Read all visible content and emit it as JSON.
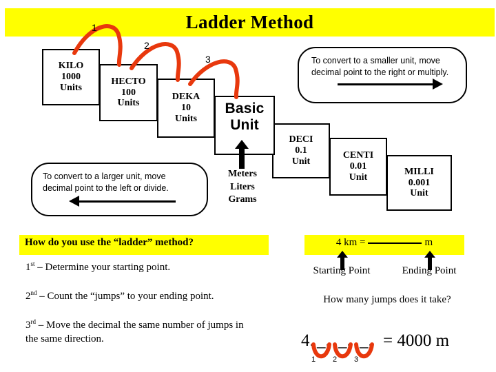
{
  "title": {
    "text": "Ladder Method",
    "banner_color": "#ffff00"
  },
  "ladder": {
    "steps": [
      {
        "name": "kilo",
        "line1": "KILO",
        "line2": "1000",
        "line3": "Units"
      },
      {
        "name": "hecto",
        "line1": "HECTO",
        "line2": "100",
        "line3": "Units"
      },
      {
        "name": "deka",
        "line1": "DEKA",
        "line2": "10",
        "line3": "Units"
      },
      {
        "name": "basic",
        "line1": "Basic",
        "line2": "Unit",
        "line3": ""
      },
      {
        "name": "deci",
        "line1": "DECI",
        "line2": "0.1",
        "line3": "Unit"
      },
      {
        "name": "centi",
        "line1": "CENTI",
        "line2": "0.01",
        "line3": "Unit"
      },
      {
        "name": "milli",
        "line1": "MILLI",
        "line2": "0.001",
        "line3": "Unit"
      }
    ],
    "jump_numbers": [
      "1",
      "2",
      "3"
    ],
    "arc_color": "#e8380d",
    "basic_unit_labels": {
      "l1": "Meters",
      "l2": "Liters",
      "l3": "Grams"
    }
  },
  "callouts": {
    "smaller": {
      "line1": "To convert to a smaller unit, move",
      "line2": "decimal  point to the right or multiply.",
      "arrow": "arrow-right"
    },
    "larger": {
      "line1": "To convert to a larger unit, move",
      "line2": "decimal  point to the left or divide.",
      "arrow": "arrow-left"
    }
  },
  "howto": {
    "heading": "How do you use the “ladder” method?",
    "heading_highlight": "#ffff00",
    "steps": [
      {
        "ordinal": "1",
        "suffix": "st",
        "text": " – Determine your starting point."
      },
      {
        "ordinal": "2",
        "suffix": "nd",
        "text": " – Count the “jumps” to your ending point."
      },
      {
        "ordinal": "3",
        "suffix": "rd",
        "text": " – Move the decimal the same number of jumps in the same direction."
      }
    ]
  },
  "example": {
    "equation_prefix": "4 km =",
    "equation_unit": "m",
    "highlight": "#ffff00",
    "starting_point_label": "Starting Point",
    "ending_point_label": "Ending Point",
    "question": "How many jumps does it take?",
    "worked": {
      "lead": "4.",
      "slot1": "_.",
      "slot2": "_.",
      "slot3": "_.",
      "tail": "= 4000 m",
      "jump_numbers": [
        "1",
        "2",
        "3"
      ]
    }
  }
}
